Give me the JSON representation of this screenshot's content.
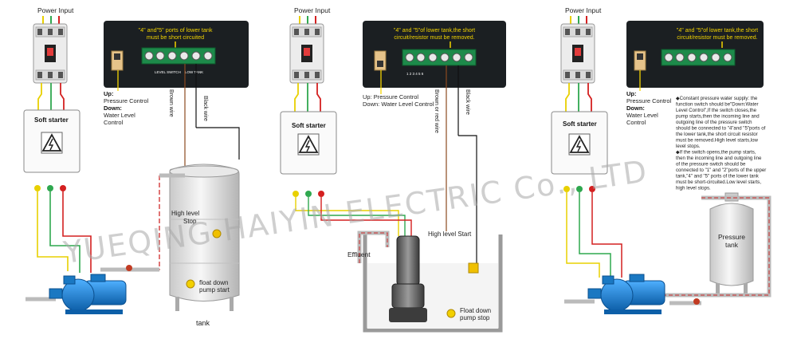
{
  "labels": {
    "power_input": "Power Input",
    "soft_starter": "Soft starter",
    "brown_wire": "Brown wire",
    "brown_or_red_wire": "Brown or red wire",
    "black_wire": "Black wire",
    "effluent": "Effluent",
    "pressure_tank": "Pressure tank",
    "tank": "tank",
    "port_left": "LEVEL SWITCH",
    "port_right": "LOW TANK",
    "port_numbers": [
      "1",
      "2",
      "3",
      "4",
      "5",
      "6"
    ]
  },
  "panel1": {
    "note": [
      "\"4\" and\"5\" ports of lower tank",
      "must be short circuited"
    ],
    "switch_text": [
      "Up:",
      "Pressure Control",
      "Down:",
      "Water Level",
      "Control"
    ],
    "high_level": "High level",
    "stop": "Stop",
    "float_down": "float down",
    "pump_start": "pump start"
  },
  "panel2": {
    "note": [
      "\"4\" and \"5\"of lower tank,the short",
      "circuit/resistor must be removed."
    ],
    "switch_text": [
      "Up: Pressure Control",
      "Down: Water Level Control"
    ],
    "high_level_start": "High level Start",
    "float_down": "Float down",
    "pump_stop": "pump stop"
  },
  "panel3": {
    "note": [
      "\"4\" and \"5\"of lower tank,the short",
      "circuit/resistor must be removed."
    ],
    "switch_text": [
      "Up:",
      "Pressure Control",
      "Down:",
      "Water Level",
      "Control"
    ],
    "description": [
      "◆Constant pressure water supply: the",
      "function switch should be\"Down:Water",
      "Level Control\",If the switch closes,the",
      "pump starts,then the incoming line and",
      "outgoing line of the pressure switch",
      "should be connected to \"4\"and \"5\"ports of",
      "the lower tank,the short circuit resistor",
      "must be removed.High level starts,low",
      "level stops.",
      "◆If the switch opens,the pump starts,",
      "then the incoming line and outgoing line",
      "of the pressure switch should be",
      "connected to \"1\" and \"2\"ports of the upper",
      "tank,\"4\" and \"5\" ports of the lower tank",
      "must be short-circuited.Low level starts,",
      "high level stops."
    ]
  },
  "watermark": "YUEQING HAIYIN ELECTRIC Co., LTD",
  "colors": {
    "wire_yellow": "#e8d000",
    "wire_green": "#2fa84f",
    "wire_red": "#d42020",
    "pipe_red": "#cf2a2a",
    "panel_dark": "#1b1f22",
    "note_yellow": "#f3d400",
    "pump_blue": "#1a78c2"
  }
}
